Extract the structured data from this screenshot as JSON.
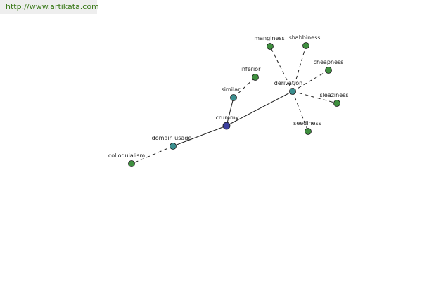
{
  "watermark": {
    "text": "http://www.artikata.com",
    "color": "#3b7a1a"
  },
  "colors": {
    "center": "#3b3f9e",
    "hub": "#3b8f8f",
    "leaf": "#3f8f3f",
    "stroke": "#1a1a1a",
    "edge": "#222222"
  },
  "nodes": [
    {
      "id": "crummy",
      "label": "crummy",
      "kind": "center"
    },
    {
      "id": "similar",
      "label": "similar",
      "kind": "hub"
    },
    {
      "id": "domain_usage",
      "label": "domain usage",
      "kind": "hub"
    },
    {
      "id": "derivation",
      "label": "derivation",
      "kind": "hub"
    },
    {
      "id": "inferior",
      "label": "inferior",
      "kind": "leaf"
    },
    {
      "id": "colloquialism",
      "label": "colloquialism",
      "kind": "leaf"
    },
    {
      "id": "manginess",
      "label": "manginess",
      "kind": "leaf"
    },
    {
      "id": "shabbiness",
      "label": "shabbiness",
      "kind": "leaf"
    },
    {
      "id": "cheapness",
      "label": "cheapness",
      "kind": "leaf"
    },
    {
      "id": "sleaziness",
      "label": "sleaziness",
      "kind": "leaf"
    },
    {
      "id": "seediness",
      "label": "seediness",
      "kind": "leaf"
    }
  ],
  "edges": [
    {
      "from": "crummy",
      "to": "similar",
      "style": "solid"
    },
    {
      "from": "crummy",
      "to": "domain_usage",
      "style": "solid"
    },
    {
      "from": "crummy",
      "to": "derivation",
      "style": "solid"
    },
    {
      "from": "similar",
      "to": "inferior",
      "style": "dashed"
    },
    {
      "from": "domain_usage",
      "to": "colloquialism",
      "style": "dashed"
    },
    {
      "from": "derivation",
      "to": "manginess",
      "style": "dashed"
    },
    {
      "from": "derivation",
      "to": "shabbiness",
      "style": "dashed"
    },
    {
      "from": "derivation",
      "to": "cheapness",
      "style": "dashed"
    },
    {
      "from": "derivation",
      "to": "sleaziness",
      "style": "dashed"
    },
    {
      "from": "derivation",
      "to": "seediness",
      "style": "dashed"
    }
  ]
}
